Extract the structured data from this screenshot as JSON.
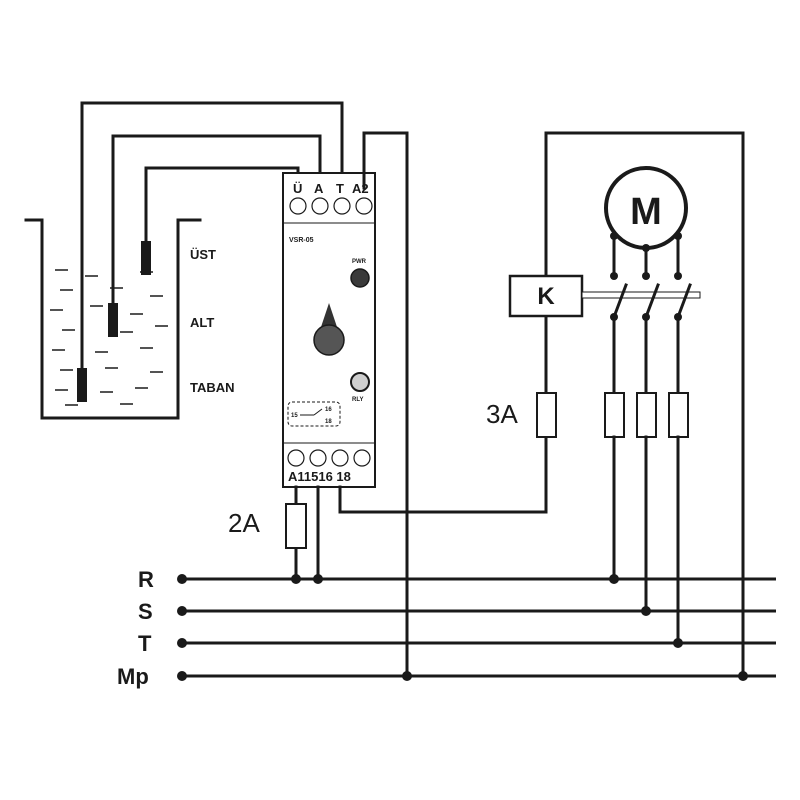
{
  "probes": {
    "ust": "ÜST",
    "alt": "ALT",
    "taban": "TABAN"
  },
  "relay": {
    "model": "VSR-05",
    "top_terminals": [
      "Ü",
      "A",
      "T",
      "A2"
    ],
    "bottom_terminals": "A11516 18",
    "pwr": "PWR",
    "rly": "RLY",
    "contact_15": "15",
    "contact_16": "16",
    "contact_18": "18"
  },
  "fuses": {
    "control": "2A",
    "contactor": "3A"
  },
  "contactor_label": "K",
  "motor_label": "M",
  "lines": [
    "R",
    "S",
    "T",
    "Mp"
  ]
}
